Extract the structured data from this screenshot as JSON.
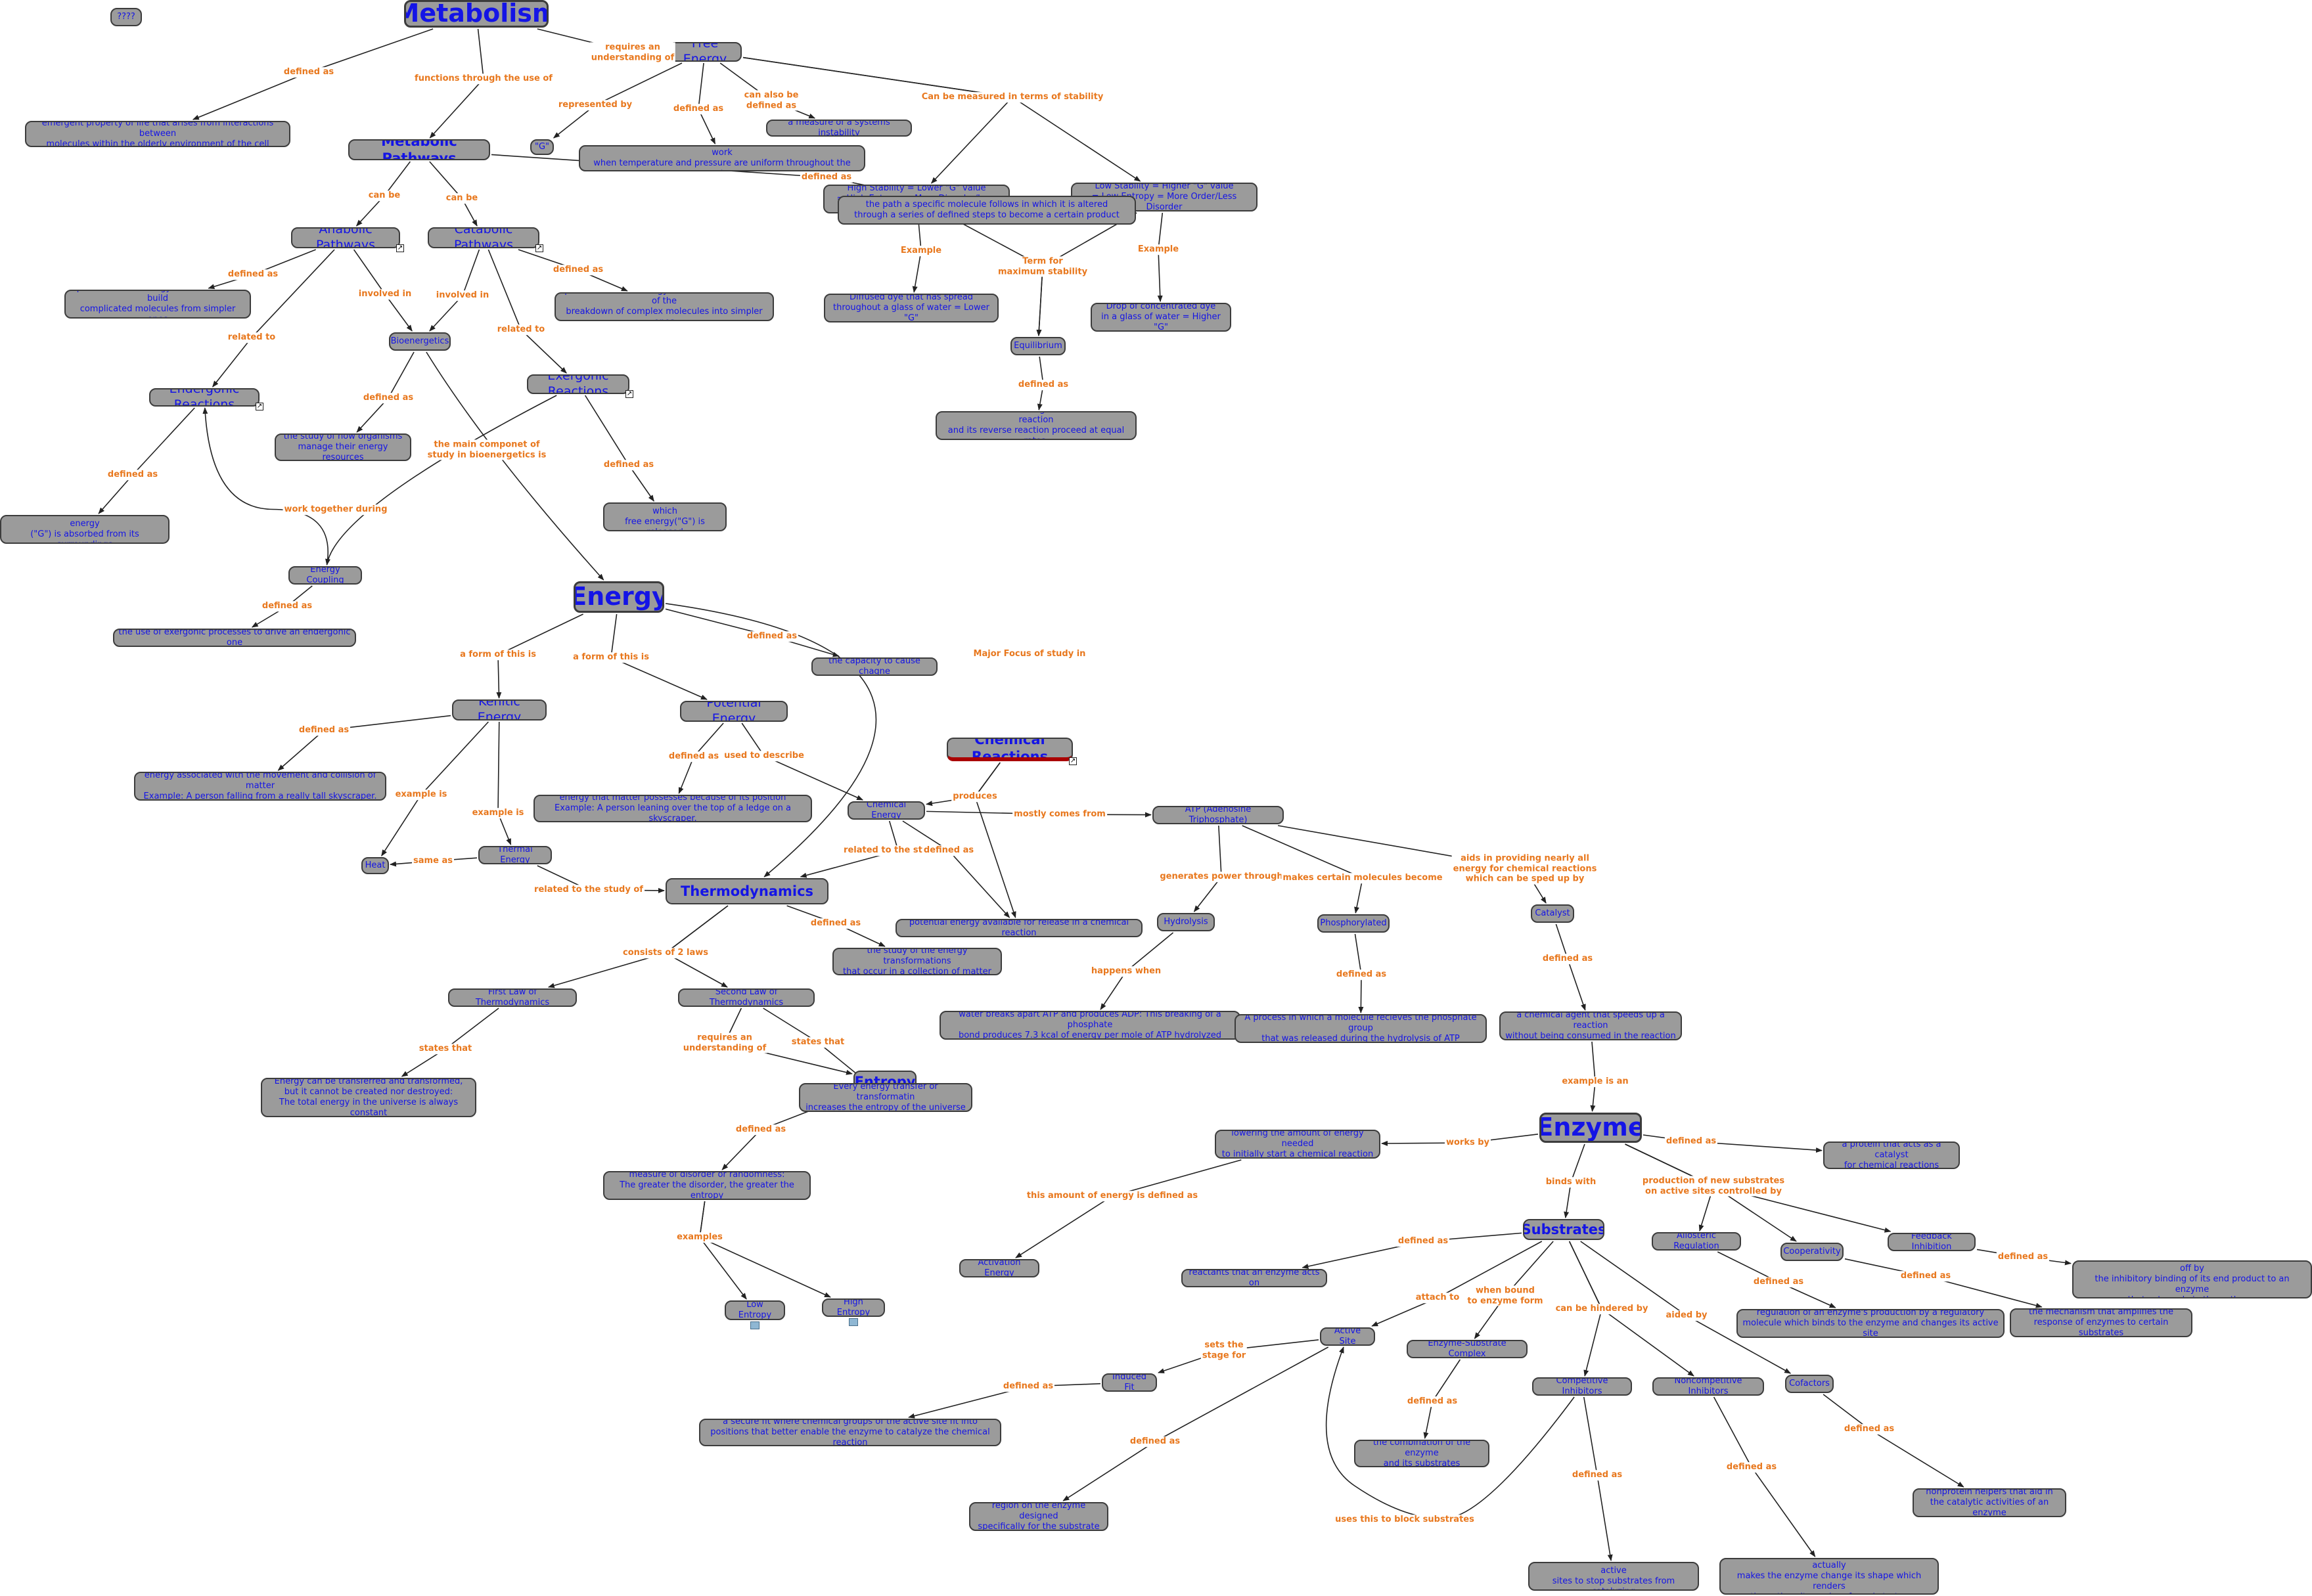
{
  "palette": {
    "node_fill": "#9b9b9b",
    "node_text": "#1414e6",
    "link_text": "#e8781e",
    "edge": "#222222",
    "chem_underline": "#aa0000"
  },
  "nodes": [
    {
      "id": "qq",
      "text": "????"
    },
    {
      "id": "metabolism",
      "text": "Metabolism"
    },
    {
      "id": "free_energy",
      "text": "Free Energy"
    },
    {
      "id": "emergent",
      "text": "emergent property of life that arises from interactions between\nmolecules within the olderly environment of the cell"
    },
    {
      "id": "metabolic_pathways",
      "text": "Metabolic Pathways"
    },
    {
      "id": "g",
      "text": "\"G\""
    },
    {
      "id": "measure_portion",
      "text": "a measure of the portion of a system's energy that can perform work\nwhen temperature and pressure are uniform throughout the system"
    },
    {
      "id": "measure_instability",
      "text": "a measure of a systems instability"
    },
    {
      "id": "high_stability",
      "text": "High Stability = Lower \"G\" value\n= High Entropy = More Disorder/Less Order"
    },
    {
      "id": "low_stability",
      "text": "Low Stability = Higher \"G\" value\n= Low Entropy = More Order/Less Disorder"
    },
    {
      "id": "path_molecule",
      "text": "the path a specific molecule follows in which it is altered\nthrough a series of defined steps to become a certain product"
    },
    {
      "id": "anabolic",
      "text": "Anabolic Pathways"
    },
    {
      "id": "catabolic",
      "text": "Catabolic Pathways"
    },
    {
      "id": "process_consumed",
      "text": "process where energy is consumed to build\ncomplicated molecules from simpler ones"
    },
    {
      "id": "process_released",
      "text": "process in which energy is released as a result of the\nbreakdown of complex molecules into simpler ones"
    },
    {
      "id": "bioenergetics",
      "text": "Bioenergetics"
    },
    {
      "id": "diffused_dye",
      "text": "Diffused dye that has spread\nthroughout a glass of water = Lower \"G\""
    },
    {
      "id": "drop_dye",
      "text": "Drop of concentrated dye\nin a glass of water = Higher \"G\""
    },
    {
      "id": "equilibrium",
      "text": "Equilibrium"
    },
    {
      "id": "condition",
      "text": "the condition existing when a chemical reaction\nand its reverse reaction proceed at equal rates."
    },
    {
      "id": "endergonic",
      "text": "Endergonic Reactions"
    },
    {
      "id": "exergonic",
      "text": "Exergonic Reactions"
    },
    {
      "id": "study_how",
      "text": "the study of how organisms\nmanage their energy resources"
    },
    {
      "id": "chem_absorbed",
      "text": "chemical reactions in which free energy\n(\"G\") is absorbed from its surroundings"
    },
    {
      "id": "chem_released",
      "text": "chemical reactions in which\nfree energy(\"G\") is released"
    },
    {
      "id": "energy_coupling",
      "text": "Energy Coupling"
    },
    {
      "id": "use_exergonic",
      "text": "the use of exergonic processes to drive an endergonic one"
    },
    {
      "id": "energy",
      "text": "Energy"
    },
    {
      "id": "capacity",
      "text": "the capacity to cause chagne"
    },
    {
      "id": "kinetic",
      "text": "Kenitic Energy"
    },
    {
      "id": "potential",
      "text": "Potential Energy"
    },
    {
      "id": "chemical_reactions",
      "text": "Chemical Reactions"
    },
    {
      "id": "kinetic_def",
      "text": "energy associated with the movement and collision of matter\nExample: A person falling from a really tall skyscraper."
    },
    {
      "id": "potential_def",
      "text": "energy that matter possesses because of its position\nExample: A person leaning over the top of a ledge on a skyscraper."
    },
    {
      "id": "chemical_energy",
      "text": "Chemical Energy"
    },
    {
      "id": "atp",
      "text": "ATP (Adenosine Triphosphate)"
    },
    {
      "id": "heat",
      "text": "Heat"
    },
    {
      "id": "thermal",
      "text": "Thermal Energy"
    },
    {
      "id": "thermodynamics",
      "text": "Thermodynamics"
    },
    {
      "id": "potential_release",
      "text": "potential energy available for release in a chemical reaction"
    },
    {
      "id": "hydrolysis",
      "text": "Hydrolysis"
    },
    {
      "id": "phosphorylated",
      "text": "Phosphorylated"
    },
    {
      "id": "catalyst",
      "text": "Catalyst"
    },
    {
      "id": "study_transform",
      "text": "the study of the energy transformations\nthat occur in a collection of matter"
    },
    {
      "id": "first_law",
      "text": "First Law of Thermodynamics"
    },
    {
      "id": "second_law",
      "text": "Second Law of Thermodynamics"
    },
    {
      "id": "water_breaks",
      "text": "water breaks apart ATP and produces ADP: This breaking of a phosphate\nbond produces 7.3 kcal of energy per mole of ATP hydrolyzed"
    },
    {
      "id": "process_recieves",
      "text": "A process in which a molecule recieves the phosphate group\nthat was released during the hydrolysis of ATP"
    },
    {
      "id": "chem_agent",
      "text": "a chemical agent that speeds up a reaction\nwithout being consumed in the reaction"
    },
    {
      "id": "energy_transferred",
      "text": "Energy can be transferred and transformed,\nbut it cannot be created nor destroyed:\nThe total energy in the universe is always constant"
    },
    {
      "id": "entropy",
      "text": "Entropy"
    },
    {
      "id": "every_transfer",
      "text": "Every energy transfer or transformatin\nincreases the entropy of the universe"
    },
    {
      "id": "enzyme",
      "text": "Enzyme"
    },
    {
      "id": "lowering",
      "text": "lowering the amount of energy needed\nto initially start a chemical reaction"
    },
    {
      "id": "protein",
      "text": "a protein that acts as a catalyst\nfor chemical reactions"
    },
    {
      "id": "measure_disorder",
      "text": "measure of disorder or randomness:\nThe greater the disorder, the greater the entropy"
    },
    {
      "id": "substrates",
      "text": "Substrates"
    },
    {
      "id": "allosteric",
      "text": "Allosteric Regulation"
    },
    {
      "id": "cooperativity",
      "text": "Cooperativity"
    },
    {
      "id": "feedback",
      "text": "Feedback Inhibition"
    },
    {
      "id": "process_metabolic",
      "text": "process in which a metabolic pathways is switched off by\nthe inhibitory binding of its end product to an enzyme\nthat acts early in the pathway"
    },
    {
      "id": "activation",
      "text": "Activation Energy"
    },
    {
      "id": "reactants",
      "text": "reactants that an enzyme acts on"
    },
    {
      "id": "high_entropy",
      "text": "High Entropy"
    },
    {
      "id": "low_entropy",
      "text": "Low Entropy"
    },
    {
      "id": "regulation_def",
      "text": "regulation of an enzyme's production by a regulatory\nmolecule which binds to the enzyme and changes its active site"
    },
    {
      "id": "mechanism",
      "text": "the mechanism that amplifies the\nresponse of enzymes to certain substrates"
    },
    {
      "id": "active_site",
      "text": "Active Site"
    },
    {
      "id": "es_complex",
      "text": "Enzyme-Substrate Complex"
    },
    {
      "id": "induced_fit",
      "text": "Induced Fit"
    },
    {
      "id": "competitive",
      "text": "Competitive Inhibitors"
    },
    {
      "id": "noncompetitive",
      "text": "Noncompetitive Inhibitors"
    },
    {
      "id": "cofactors",
      "text": "Cofactors"
    },
    {
      "id": "secure_fit",
      "text": "a secure fit where chemical groups of the active site fit into\npositions that better enable the enzyme to catalyze the chemical reaction"
    },
    {
      "id": "combination",
      "text": "the combination of the enzyme\nand its substrates"
    },
    {
      "id": "nonprotein",
      "text": "nonprotein helpers that aid in\nthe catalytic activities of an enzyme"
    },
    {
      "id": "region",
      "text": "region on the enzyme designed\nspecifically for the substrate"
    },
    {
      "id": "substrate_mimic",
      "text": "a substrate mimic that blocks the active\nsites to stop substrates from catalyzing"
    },
    {
      "id": "toxins",
      "text": "toxins or poisons that bind to enzymes and actually\nmakes the enzyme change its shape which renders\nthe active site useless for substrates"
    }
  ],
  "links": [
    {
      "id": "l_defined_meta",
      "text": "defined as"
    },
    {
      "id": "l_functions",
      "text": "functions through the use of"
    },
    {
      "id": "l_requires_fe",
      "text": "requires an\nunderstanding of"
    },
    {
      "id": "l_represented",
      "text": "represented by"
    },
    {
      "id": "l_defined_fe",
      "text": "defined as"
    },
    {
      "id": "l_also",
      "text": "can also be\ndefined as"
    },
    {
      "id": "l_stability",
      "text": "Can be measured in terms of stability"
    },
    {
      "id": "l_defined_mp",
      "text": "defined as"
    },
    {
      "id": "l_canbe1",
      "text": "can be"
    },
    {
      "id": "l_canbe2",
      "text": "can be"
    },
    {
      "id": "l_defined_ana",
      "text": "defined as"
    },
    {
      "id": "l_involved1",
      "text": "involved in"
    },
    {
      "id": "l_involved2",
      "text": "involved in"
    },
    {
      "id": "l_defined_cat",
      "text": "defined as"
    },
    {
      "id": "l_related1",
      "text": "related to"
    },
    {
      "id": "l_related2",
      "text": "related to"
    },
    {
      "id": "l_example1",
      "text": "Example"
    },
    {
      "id": "l_term",
      "text": "Term for\nmaximum stability"
    },
    {
      "id": "l_example2",
      "text": "Example"
    },
    {
      "id": "l_defined_eq",
      "text": "defined as"
    },
    {
      "id": "l_defined_bio",
      "text": "defined as"
    },
    {
      "id": "l_main",
      "text": "the main componet of\nstudy in bioenergetics is"
    },
    {
      "id": "l_defined_endo",
      "text": "defined as"
    },
    {
      "id": "l_defined_exo",
      "text": "defined as"
    },
    {
      "id": "l_work",
      "text": "work together during"
    },
    {
      "id": "l_defined_ec",
      "text": "defined as"
    },
    {
      "id": "l_form1",
      "text": "a form of this is"
    },
    {
      "id": "l_form2",
      "text": "a form of this is"
    },
    {
      "id": "l_defined_en",
      "text": "defined as"
    },
    {
      "id": "l_major",
      "text": "Major Focus of study in"
    },
    {
      "id": "l_defined_ke",
      "text": "defined as"
    },
    {
      "id": "l_defined_pe",
      "text": "defined as"
    },
    {
      "id": "l_used",
      "text": "used to describe"
    },
    {
      "id": "l_example_is1",
      "text": "example is"
    },
    {
      "id": "l_example_is2",
      "text": "example is"
    },
    {
      "id": "l_produces",
      "text": "produces"
    },
    {
      "id": "l_mostly",
      "text": "mostly comes from"
    },
    {
      "id": "l_same",
      "text": "same as"
    },
    {
      "id": "l_related_td1",
      "text": "related to the study of"
    },
    {
      "id": "l_related_td2",
      "text": "related to the study of"
    },
    {
      "id": "l_defined_ce",
      "text": "defined as"
    },
    {
      "id": "l_generates",
      "text": "generates power through"
    },
    {
      "id": "l_makes",
      "text": "makes certain molecules become"
    },
    {
      "id": "l_aids",
      "text": "aids in providing nearly all\nenergy for chemical reactions\nwhich can be sped up by"
    },
    {
      "id": "l_defined_td",
      "text": "defined as"
    },
    {
      "id": "l_consists",
      "text": "consists of 2 laws"
    },
    {
      "id": "l_happens",
      "text": "happens when"
    },
    {
      "id": "l_defined_phos",
      "text": "defined as"
    },
    {
      "id": "l_defined_cata",
      "text": "defined as"
    },
    {
      "id": "l_states1",
      "text": "states that"
    },
    {
      "id": "l_requires_ent",
      "text": "requires an\nunderstanding of"
    },
    {
      "id": "l_states2",
      "text": "states that"
    },
    {
      "id": "l_example_an",
      "text": "example is an"
    },
    {
      "id": "l_defined_ent",
      "text": "defined as"
    },
    {
      "id": "l_works",
      "text": "works by"
    },
    {
      "id": "l_defined_enz",
      "text": "defined as"
    },
    {
      "id": "l_binds",
      "text": "binds with"
    },
    {
      "id": "l_production",
      "text": "production of new substrates\non active sites controlled by"
    },
    {
      "id": "l_this_amount",
      "text": "this amount of energy is defined as"
    },
    {
      "id": "l_examples",
      "text": "examples"
    },
    {
      "id": "l_defined_sub",
      "text": "defined as"
    },
    {
      "id": "l_defined_allo",
      "text": "defined as"
    },
    {
      "id": "l_defined_coop",
      "text": "defined as"
    },
    {
      "id": "l_defined_fb",
      "text": "defined as"
    },
    {
      "id": "l_attach",
      "text": "attach to"
    },
    {
      "id": "l_when",
      "text": "when bound\nto enzyme form"
    },
    {
      "id": "l_hindered",
      "text": "can be hindered by"
    },
    {
      "id": "l_aided",
      "text": "aided by"
    },
    {
      "id": "l_sets",
      "text": "sets the\nstage for"
    },
    {
      "id": "l_defined_if",
      "text": "defined as"
    },
    {
      "id": "l_defined_es",
      "text": "defined as"
    },
    {
      "id": "l_defined_as_site",
      "text": "defined as"
    },
    {
      "id": "l_defined_comp",
      "text": "defined as"
    },
    {
      "id": "l_defined_noncomp",
      "text": "defined as"
    },
    {
      "id": "l_defined_cof",
      "text": "defined as"
    },
    {
      "id": "l_uses",
      "text": "uses this to block substrates"
    }
  ]
}
